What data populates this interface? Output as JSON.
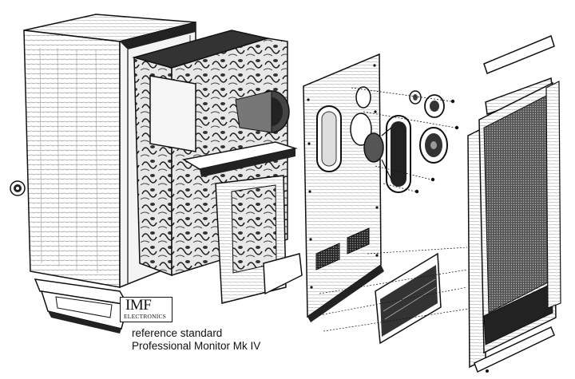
{
  "brand": {
    "logo_main": "IMF",
    "logo_sub": "ELECTRONICS"
  },
  "caption": {
    "line1": "reference standard",
    "line2": "Professional Monitor Mk IV"
  }
}
